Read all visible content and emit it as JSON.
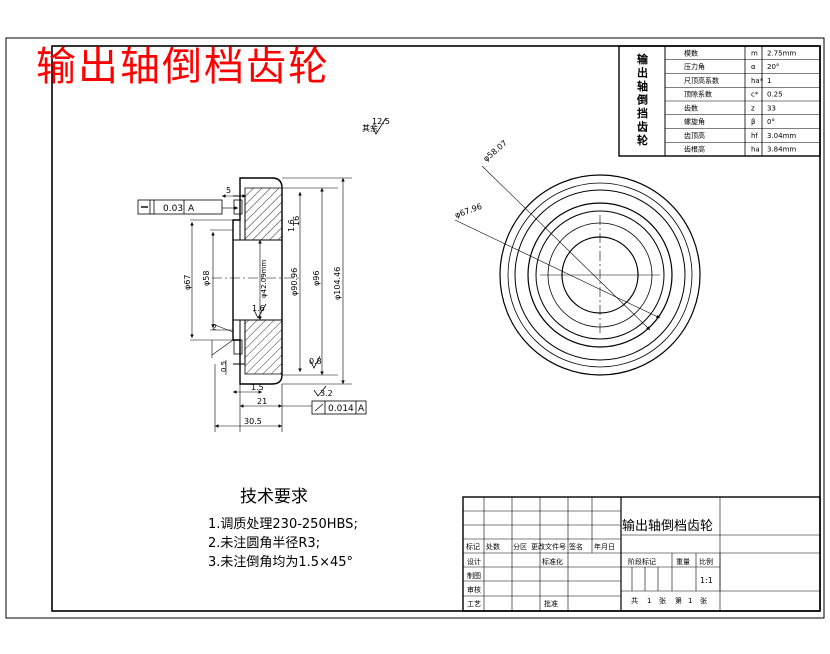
{
  "drawing_title": "输出轴倒档齿轮",
  "param_table": {
    "side_title": [
      "输",
      "出",
      "轴",
      "倒",
      "挡",
      "齿",
      "轮"
    ],
    "rows": [
      {
        "name": "模数",
        "symbol": "m",
        "value": "2.75mm"
      },
      {
        "name": "压力角",
        "symbol": "α",
        "value": "20°"
      },
      {
        "name": "尺顶高系数",
        "symbol": "ha*",
        "value": "1"
      },
      {
        "name": "顶隙系数",
        "symbol": "c*",
        "value": "0.25"
      },
      {
        "name": "齿数",
        "symbol": "z",
        "value": "33"
      },
      {
        "name": "螺旋角",
        "symbol": "β",
        "value": "0°"
      },
      {
        "name": "齿顶高",
        "symbol": "hf",
        "value": "3.04mm"
      },
      {
        "name": "齿根高",
        "symbol": "ha",
        "value": "3.84mm"
      }
    ]
  },
  "section_view": {
    "tolerances": [
      "0.03",
      "A",
      "0.014",
      "A"
    ],
    "roughness": [
      "12.5",
      "其余",
      "1.6",
      "1.6",
      "0.8",
      "3.2"
    ],
    "dims_vertical": [
      "φ67",
      "φ58",
      "φ42.09mm",
      "φ90.96",
      "φ96",
      "φ104.46",
      "16"
    ],
    "dims_horizontal": [
      "5",
      "1.5",
      "21",
      "30.5",
      "2",
      "0.5"
    ]
  },
  "front_view": {
    "dims": [
      "φ58.07",
      "φ67.96"
    ]
  },
  "notes": {
    "heading": "技术要求",
    "items": [
      "1.调质处理230-250HBS;",
      "2.未注圆角半径R3;",
      "3.未注倒角均为1.5×45°"
    ]
  },
  "title_block": {
    "title": "输出轴倒档齿轮",
    "header_labels": [
      "标记",
      "处数",
      "分区",
      "更改文件号",
      "签名",
      "年月日"
    ],
    "row_labels": [
      "设计",
      "制图",
      "审核",
      "工艺"
    ],
    "std_label": "标准化",
    "approve_label": "批准",
    "stage_labels": [
      "阶段标记",
      "重量",
      "比例"
    ],
    "scale": "1:1",
    "sheet_total_label": "共",
    "sheet_total": "1",
    "sheet_unit": "张",
    "sheet_no_label": "第",
    "sheet_no": "1",
    "sheet_unit2": "张"
  }
}
